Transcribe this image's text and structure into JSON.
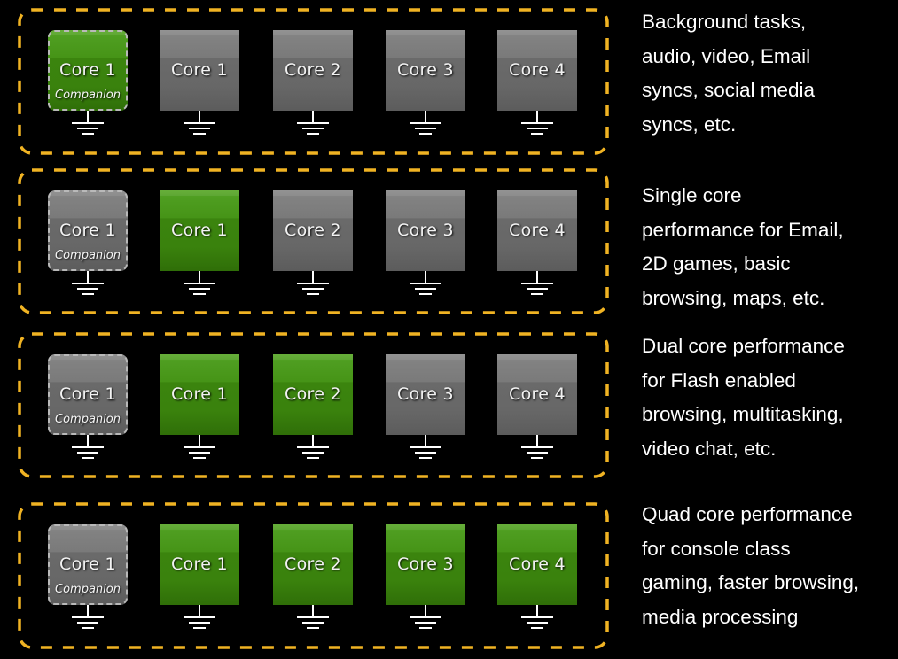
{
  "colors": {
    "background": "#000000",
    "frame_dash": "#f0b323",
    "core_active": "#3f8a12",
    "core_inactive": "#6e6e6e",
    "companion_dash": "#b9b9b9",
    "text": "#ffffff"
  },
  "rows": [
    {
      "mode": "companion-only",
      "cores": [
        {
          "label": "Core 1",
          "sublabel": "Companion",
          "state": "active"
        },
        {
          "label": "Core 1",
          "state": "inactive"
        },
        {
          "label": "Core 2",
          "state": "inactive"
        },
        {
          "label": "Core 3",
          "state": "inactive"
        },
        {
          "label": "Core 4",
          "state": "inactive"
        }
      ],
      "description": " Background tasks,\naudio, video, Email\nsyncs, social media\nsyncs, etc."
    },
    {
      "mode": "single-core",
      "cores": [
        {
          "label": "Core 1",
          "sublabel": "Companion",
          "state": "inactive"
        },
        {
          "label": "Core 1",
          "state": "active"
        },
        {
          "label": "Core 2",
          "state": "inactive"
        },
        {
          "label": "Core 3",
          "state": "inactive"
        },
        {
          "label": "Core 4",
          "state": "inactive"
        }
      ],
      "description": " Single core\nperformance for Email,\n2D games, basic\nbrowsing, maps, etc."
    },
    {
      "mode": "dual-core",
      "cores": [
        {
          "label": "Core 1",
          "sublabel": "Companion",
          "state": "inactive"
        },
        {
          "label": "Core 1",
          "state": "active"
        },
        {
          "label": "Core 2",
          "state": "active"
        },
        {
          "label": "Core 3",
          "state": "inactive"
        },
        {
          "label": "Core 4",
          "state": "inactive"
        }
      ],
      "description": "Dual core performance\nfor Flash enabled\nbrowsing, multitasking,\nvideo chat, etc."
    },
    {
      "mode": "quad-core",
      "cores": [
        {
          "label": "Core 1",
          "sublabel": "Companion",
          "state": "inactive"
        },
        {
          "label": "Core 1",
          "state": "active"
        },
        {
          "label": "Core 2",
          "state": "active"
        },
        {
          "label": "Core 3",
          "state": "active"
        },
        {
          "label": "Core 4",
          "state": "active"
        }
      ],
      "description": "Quad core performance\nfor console class\ngaming, faster browsing,\nmedia processing"
    }
  ]
}
